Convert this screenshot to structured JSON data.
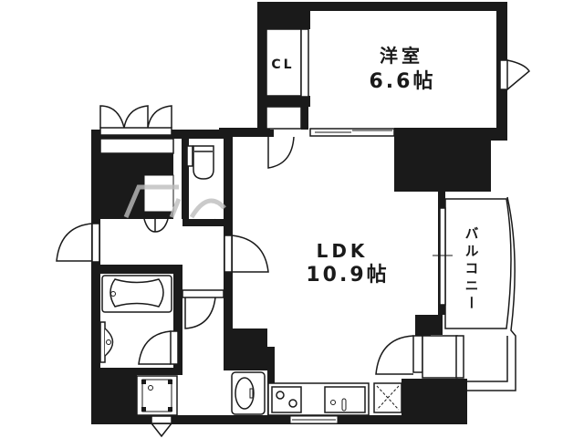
{
  "floorplan": {
    "colors": {
      "wall": "#1a1a1a",
      "background": "#ffffff",
      "watermark": "#bdbdbd"
    },
    "rooms": [
      {
        "id": "bedroom",
        "name": "洋室",
        "size": "6.6帖"
      },
      {
        "id": "ldk",
        "name": "LDK",
        "size": "10.9帖"
      },
      {
        "id": "closet",
        "name": "CL"
      },
      {
        "id": "balcony",
        "name": "バルコニー"
      }
    ],
    "fixtures": [
      "toilet",
      "bathtub",
      "washbasin",
      "washing-machine-pan",
      "refrigerator-space",
      "two-burner-stove",
      "kitchen-sink",
      "shoe-cabinet"
    ]
  }
}
